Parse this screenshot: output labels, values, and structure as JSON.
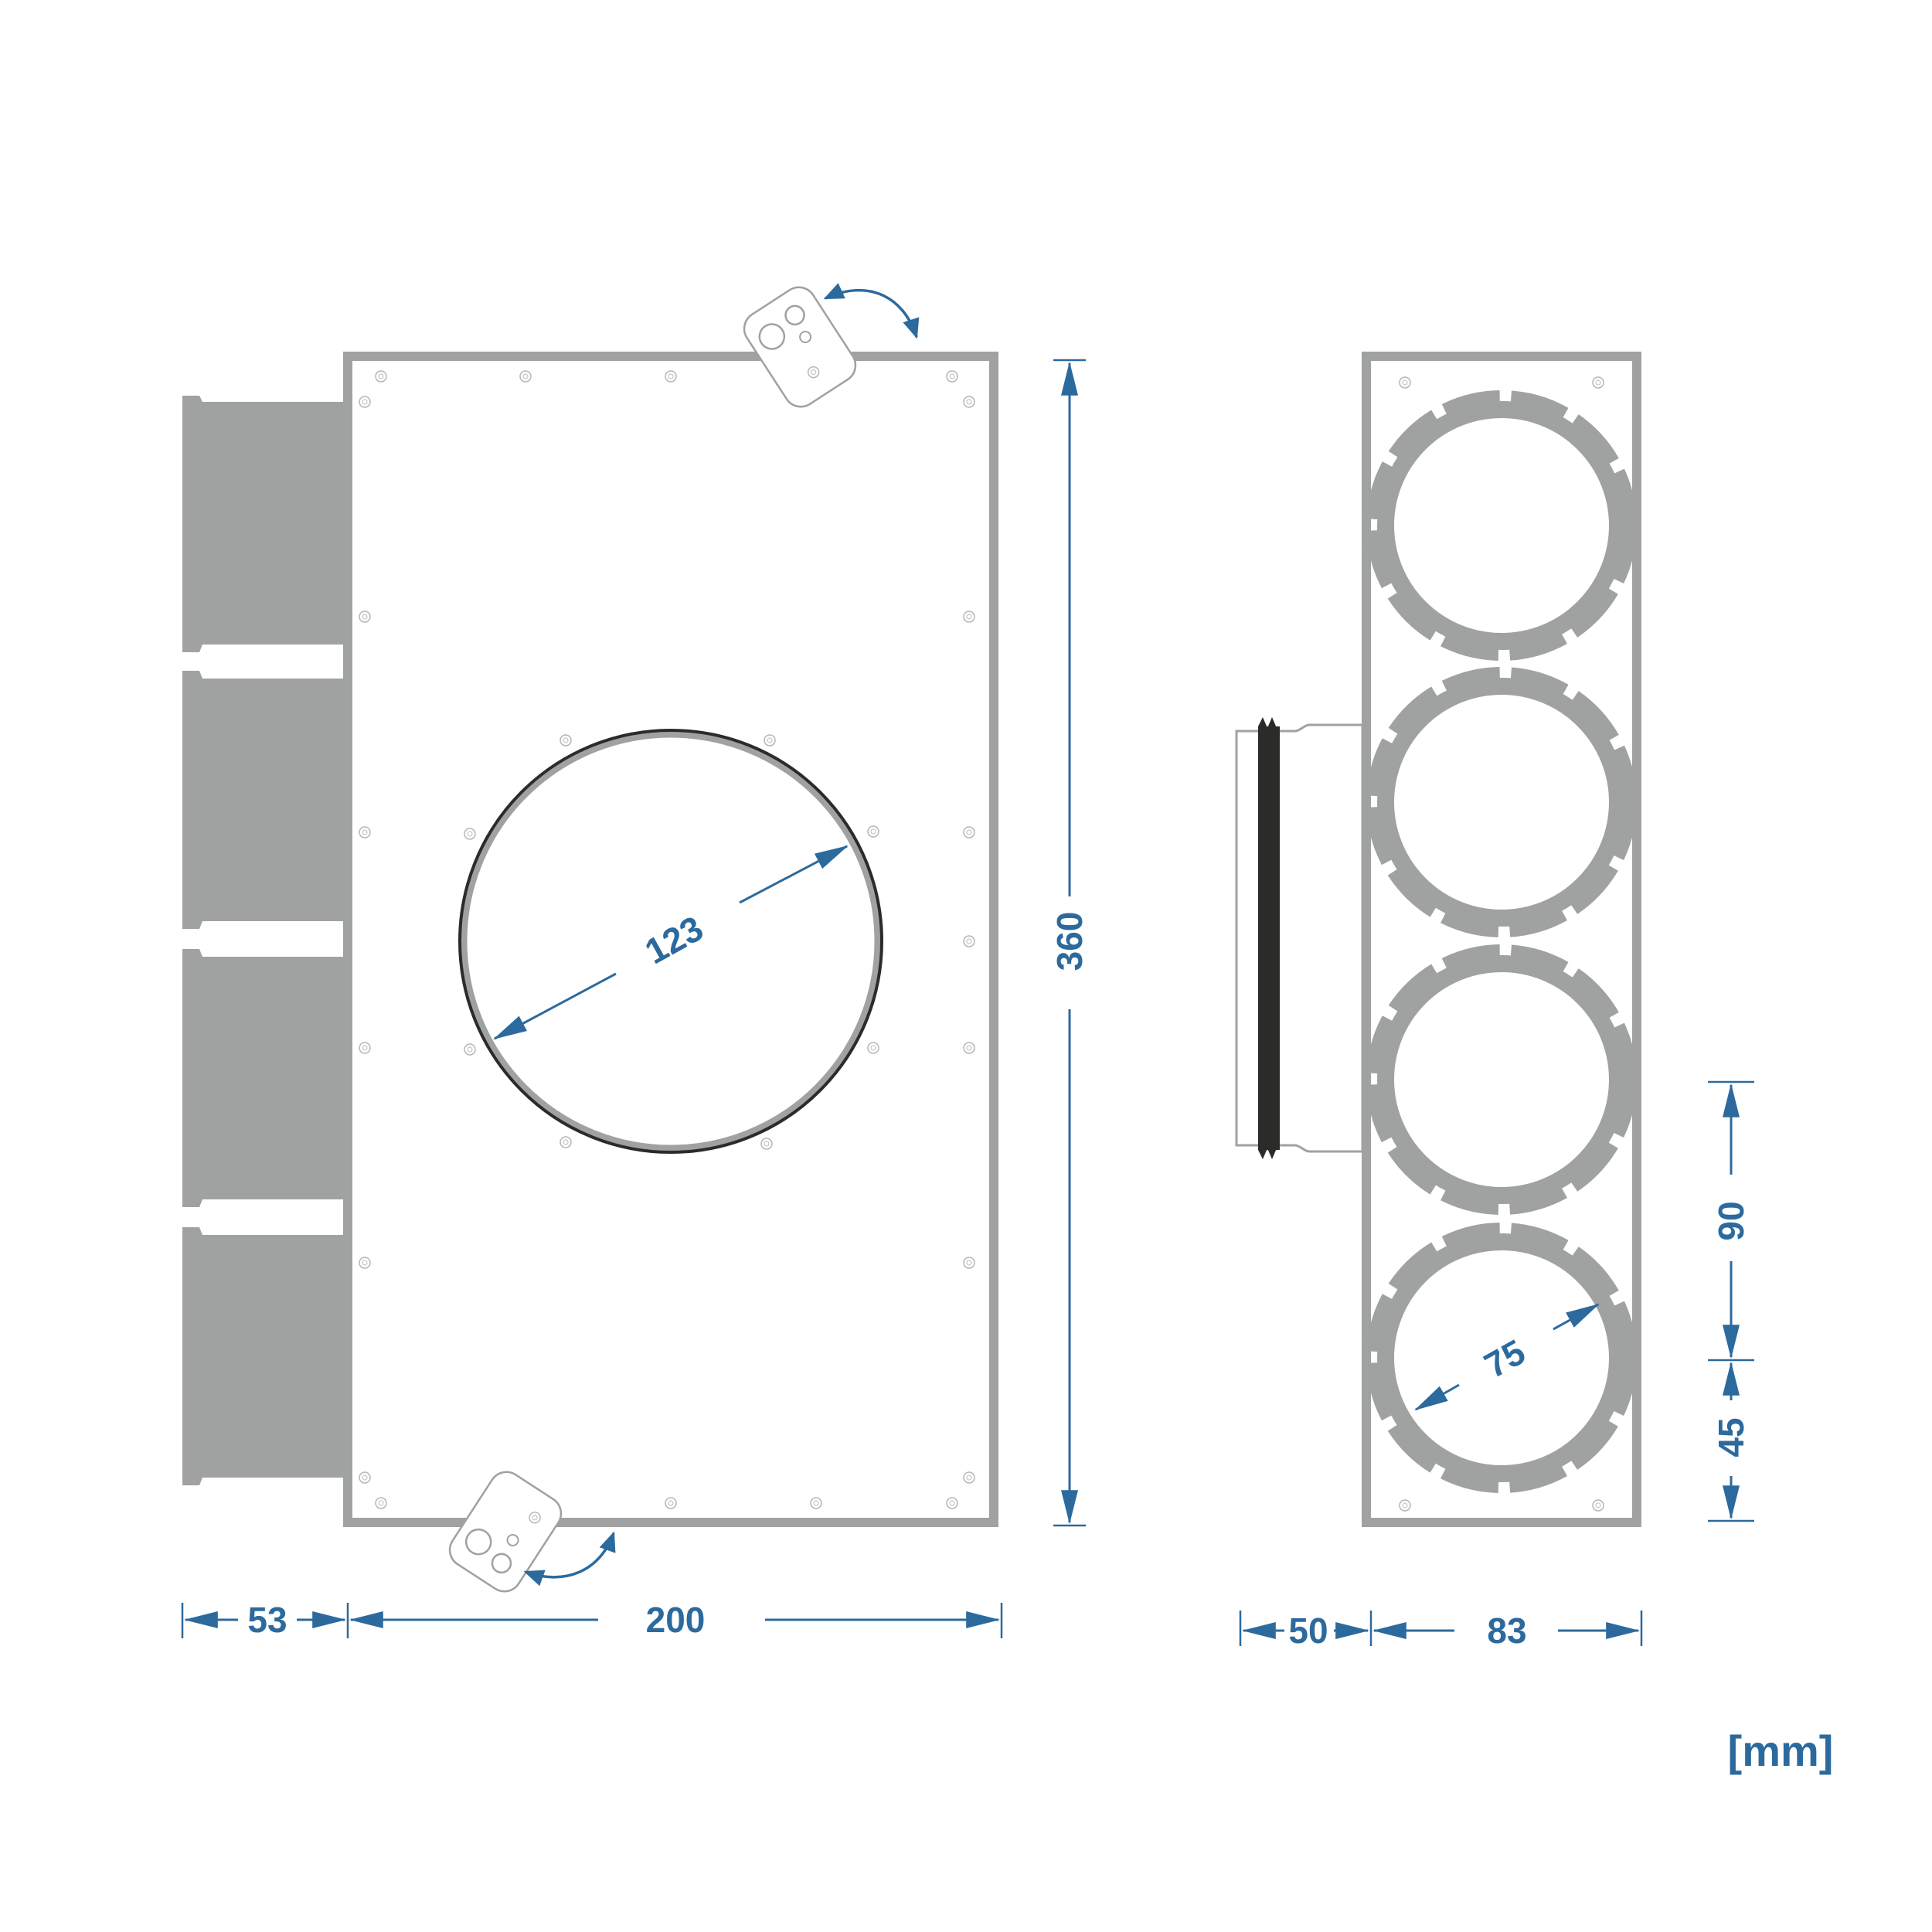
{
  "colors": {
    "accent": "#2c6a9e",
    "outline": "#a0a1a1",
    "gasket": "#2b2b2a"
  },
  "dimensions": {
    "front_spigot_length": "53",
    "front_width": "200",
    "front_height": "360",
    "main_diameter": "123",
    "side_collar_length": "50",
    "side_width": "83",
    "outlet_diameter": "75",
    "outlet_pitch": "90",
    "outlet_edge_offset": "45"
  },
  "unit_label": "[mm]"
}
